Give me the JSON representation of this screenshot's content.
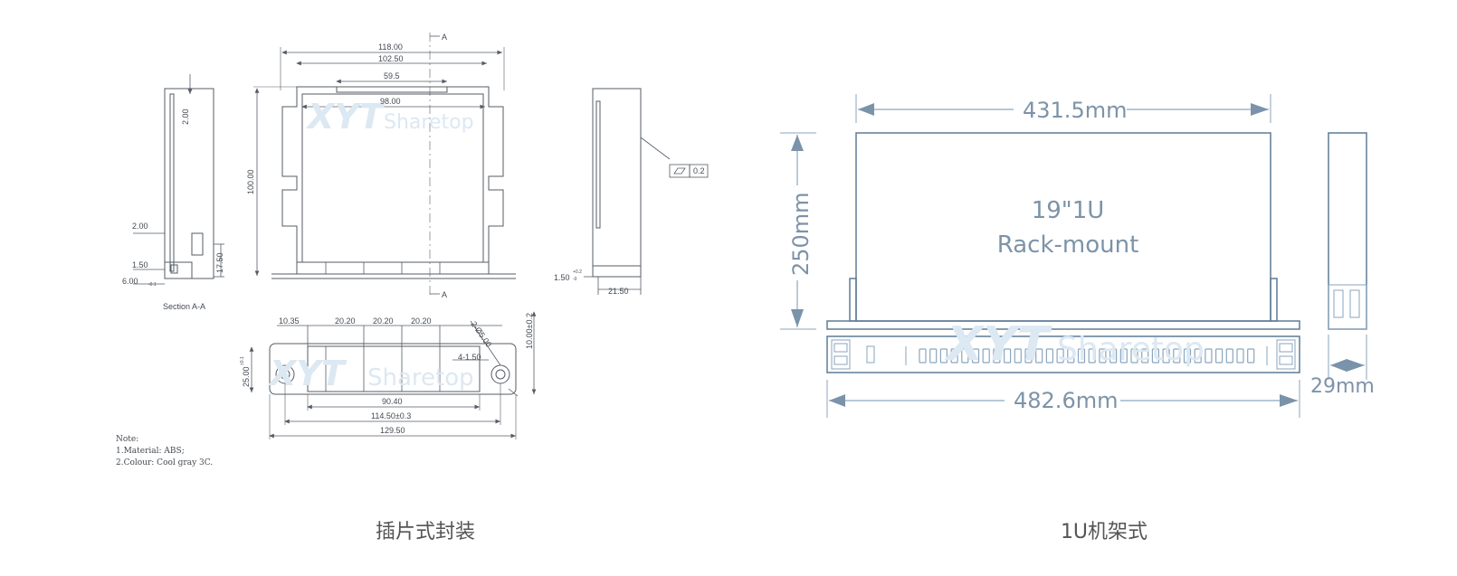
{
  "colors": {
    "line_dark": "#555c66",
    "line_blue": "#8aa6bf",
    "text_blue": "#7d93a8",
    "watermark": "#dce8f2",
    "caption": "#555555"
  },
  "watermark": {
    "brand_bold": "XYT",
    "brand_light": "Sharetop"
  },
  "left_drawing": {
    "front_view": {
      "dims": {
        "w_overall": "118.00",
        "w_body": "102.50",
        "w_slot": "59.5",
        "w_inner": "98.00",
        "h_overall": "100.00"
      },
      "section_mark": "A"
    },
    "side_view": {
      "dims": {
        "top": "2.00",
        "wall": "2.00",
        "h_tab": "17.50",
        "d1": "1.50",
        "d2": "6.00",
        "d2_tol": "-0.1"
      },
      "title": "Section A-A"
    },
    "right_view": {
      "dims": {
        "flatness": "0.2",
        "thick": "1.50",
        "thick_tol": "+0.2",
        "thick_tol2": "-0",
        "depth": "21.50"
      }
    },
    "bottom_view": {
      "dims": {
        "pitch_first": "10.35",
        "pitch": [
          "20.20",
          "20.20",
          "20.20"
        ],
        "hole": "2-Ø5.00",
        "height_right": "10.00±0.2",
        "height_left": "25.00",
        "height_left_tol": "±0.1",
        "small": "4-1.50",
        "w_ports": "90.40",
        "w_holes": "114.50±0.3",
        "w_total": "129.50"
      }
    },
    "notes": [
      "Note:",
      "1.Material: ABS;",
      "2.Colour: Cool gray 3C."
    ]
  },
  "right_drawing": {
    "top_width": "431.5mm",
    "depth": "250mm",
    "label_line1": "19\"1U",
    "label_line2": "Rack-mount",
    "front_width": "482.6mm",
    "height": "29mm"
  },
  "captions": {
    "left": "插片式封装",
    "right": "1U机架式"
  }
}
